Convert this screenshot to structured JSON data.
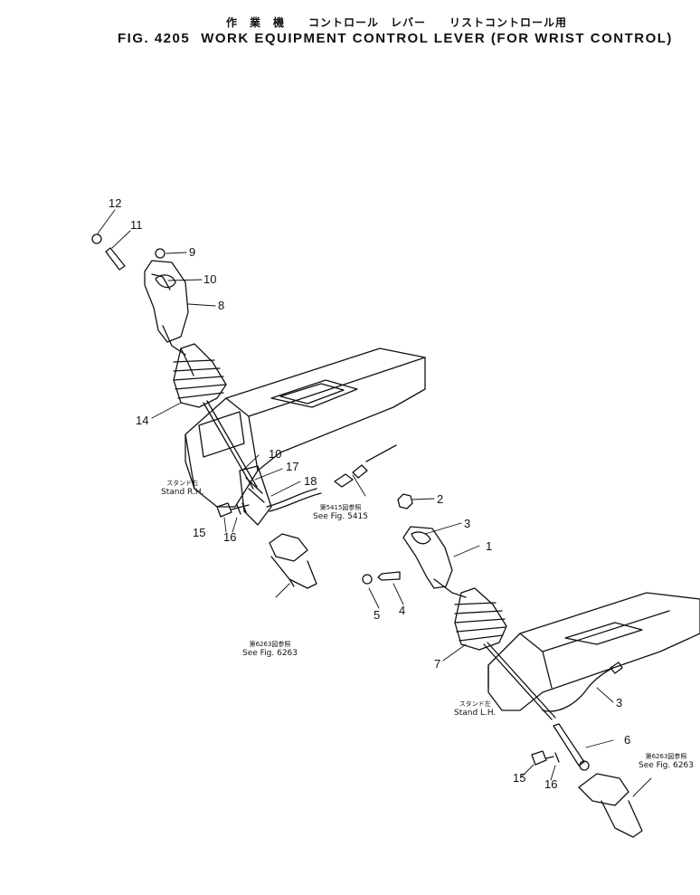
{
  "title": {
    "jp": "作　業　機　　コントロール　レバー　　リストコントロール用",
    "fig": "FIG. 4205",
    "en": "WORK EQUIPMENT CONTROL LEVER (FOR WRIST CONTROL)"
  },
  "callouts": {
    "c12": "12",
    "c11": "11",
    "c9": "9",
    "c10a": "10",
    "c8": "8",
    "c14": "14",
    "c10b": "10",
    "c17": "17",
    "c18": "18",
    "c15a": "15",
    "c16a": "16",
    "c2": "2",
    "c3a": "3",
    "c1": "1",
    "c5": "5",
    "c4": "4",
    "c7": "7",
    "c3b": "3",
    "c6": "6",
    "c15b": "15",
    "c16b": "16"
  },
  "notes": {
    "stand_rh_jp": "スタンド右",
    "stand_rh": "Stand R.H.",
    "fig5415_jp": "第5415図参照",
    "fig5415": "See Fig. 5415",
    "fig6263a_jp": "第6263図参照",
    "fig6263a": "See Fig. 6263",
    "stand_lh_jp": "スタンド左",
    "stand_lh": "Stand L.H.",
    "fig6263b_jp": "第6263図参照",
    "fig6263b": "See Fig. 6263"
  }
}
